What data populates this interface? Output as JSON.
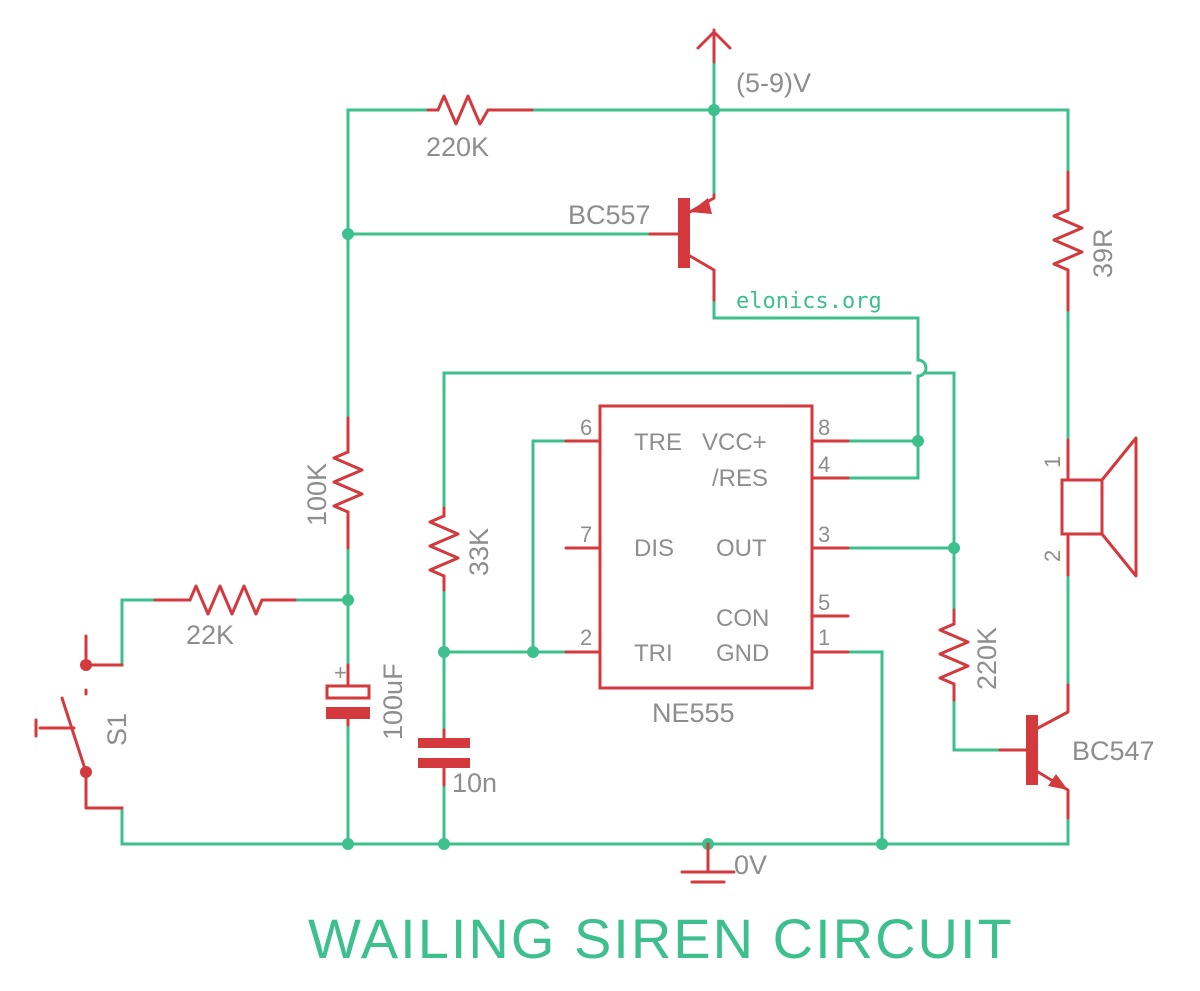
{
  "title": "WAILING SIREN CIRCUIT",
  "watermark": "elonics.org",
  "supply": "(5-9)V",
  "ground": "0V",
  "colors": {
    "wire": "#3dbf8e",
    "component": "#d3393d",
    "label": "#8e8e8e"
  },
  "components": {
    "r_top": "220K",
    "r_speaker": "39R",
    "r_100k": "100K",
    "r_22k": "22K",
    "r_33k": "33K",
    "r_220k_base": "220K",
    "c_electrolytic": "100uF",
    "c_timing": "10n",
    "q_pnp": "BC557",
    "q_npn": "BC547",
    "switch": "S1",
    "ic": "NE555"
  },
  "ic_pins": {
    "p6": "6",
    "p7": "7",
    "p2": "2",
    "p8": "8",
    "p4": "4",
    "p3": "3",
    "p5": "5",
    "p1": "1",
    "tre": "TRE",
    "vcc": "VCC+",
    "res": "/RES",
    "dis": "DIS",
    "out": "OUT",
    "con": "CON",
    "tri": "TRI",
    "gnd": "GND"
  },
  "speaker_pins": {
    "p1": "1",
    "p2": "2"
  },
  "cap_plus": "+"
}
